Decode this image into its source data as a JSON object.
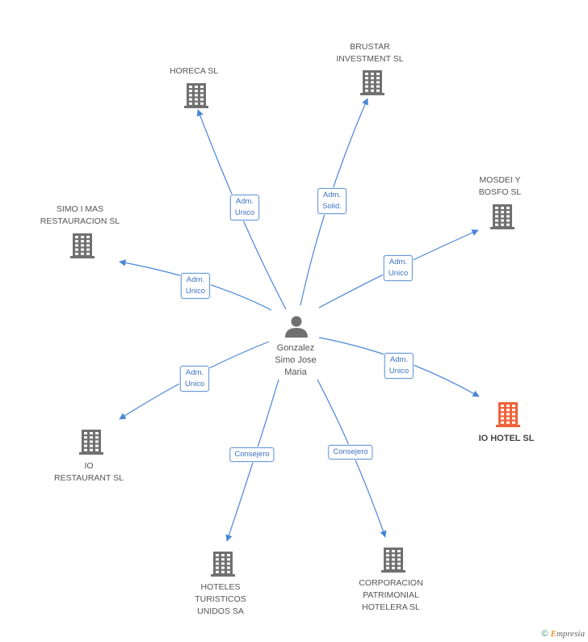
{
  "colors": {
    "edge": "#4a86d6",
    "building": "#707070",
    "building_highlight": "#f0633a"
  },
  "center": {
    "label": "Gonzalez\nSimo Jose\nMaria",
    "icon": "person-icon"
  },
  "nodes": [
    {
      "id": "horeca",
      "label": "HORECA SL",
      "icon": "building-icon",
      "highlight": false,
      "edge_label": "Adm.\nUnico"
    },
    {
      "id": "brustar",
      "label": "BRUSTAR\nINVESTMENT SL",
      "icon": "building-icon",
      "highlight": false,
      "edge_label": "Adm.\nSolid."
    },
    {
      "id": "mosdei",
      "label": "MOSDEI Y\nBOSFO  SL",
      "icon": "building-icon",
      "highlight": false,
      "edge_label": "Adm.\nUnico"
    },
    {
      "id": "simoimas",
      "label": "SIMO I MAS\nRESTAURACION SL",
      "icon": "building-icon",
      "highlight": false,
      "edge_label": "Adm.\nUnico"
    },
    {
      "id": "iohotel",
      "label": "IO HOTEL SL",
      "icon": "building-icon",
      "highlight": true,
      "edge_label": "Adm.\nUnico"
    },
    {
      "id": "iorest",
      "label": "IO\nRESTAURANT SL",
      "icon": "building-icon",
      "highlight": false,
      "edge_label": "Adm.\nUnico"
    },
    {
      "id": "hoteles",
      "label": "HOTELES\nTURISTICOS\nUNIDOS SA",
      "icon": "building-icon",
      "highlight": false,
      "edge_label": "Consejero"
    },
    {
      "id": "corporacion",
      "label": "CORPORACION\nPATRIMONIAL\nHOTELERA SL",
      "icon": "building-icon",
      "highlight": false,
      "edge_label": "Consejero"
    }
  ],
  "footer": {
    "copyright": "©",
    "brand_initial": "E",
    "brand_rest": "mpresia"
  }
}
